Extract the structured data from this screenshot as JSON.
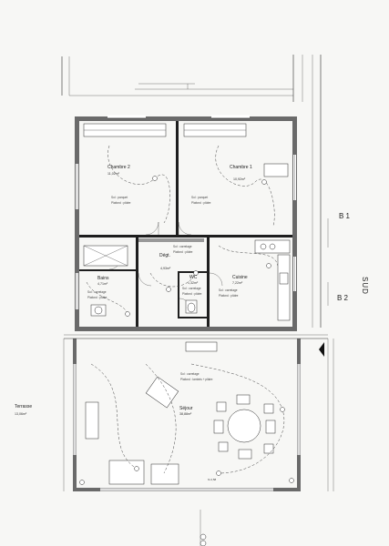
{
  "rooms": {
    "chambre2": {
      "name": "Chambre 2",
      "area": "11,02m²",
      "floor": "Sol : parquet",
      "ceiling": "Plafond : plâtre"
    },
    "chambre1": {
      "name": "Chambre 1",
      "area": "10,92m²",
      "floor": "Sol : parquet",
      "ceiling": "Plafond : plâtre"
    },
    "degt": {
      "name": "Dégt.",
      "area": "4,93m²",
      "floor": "Sol : carrelage",
      "ceiling": "Plafond : plâtre"
    },
    "bains": {
      "name": "Bains",
      "area": "4,71m²",
      "floor": "Sol : carrelage",
      "ceiling": "Plafond : plâtre"
    },
    "wc": {
      "name": "WC",
      "area": "1,32m²",
      "floor": "Sol : carrelage",
      "ceiling": "Plafond : plâtre"
    },
    "cuisine": {
      "name": "Cuisine",
      "area": "7,22m²",
      "floor": "Sol : carrelage",
      "ceiling": "Plafond : plâtre"
    },
    "sejour": {
      "name": "Séjour",
      "area": "38,88m²",
      "floor": "Sol : carrelage",
      "ceiling": "Plafond : lambris + plâtre"
    },
    "terrasse": {
      "name": "Terrasse",
      "area": "13,06m²"
    }
  },
  "axes": {
    "b1": "B 1",
    "b2": "B 2",
    "sud": "SUD"
  },
  "dimensions": {
    "sejour_height": "ht 2,58"
  }
}
